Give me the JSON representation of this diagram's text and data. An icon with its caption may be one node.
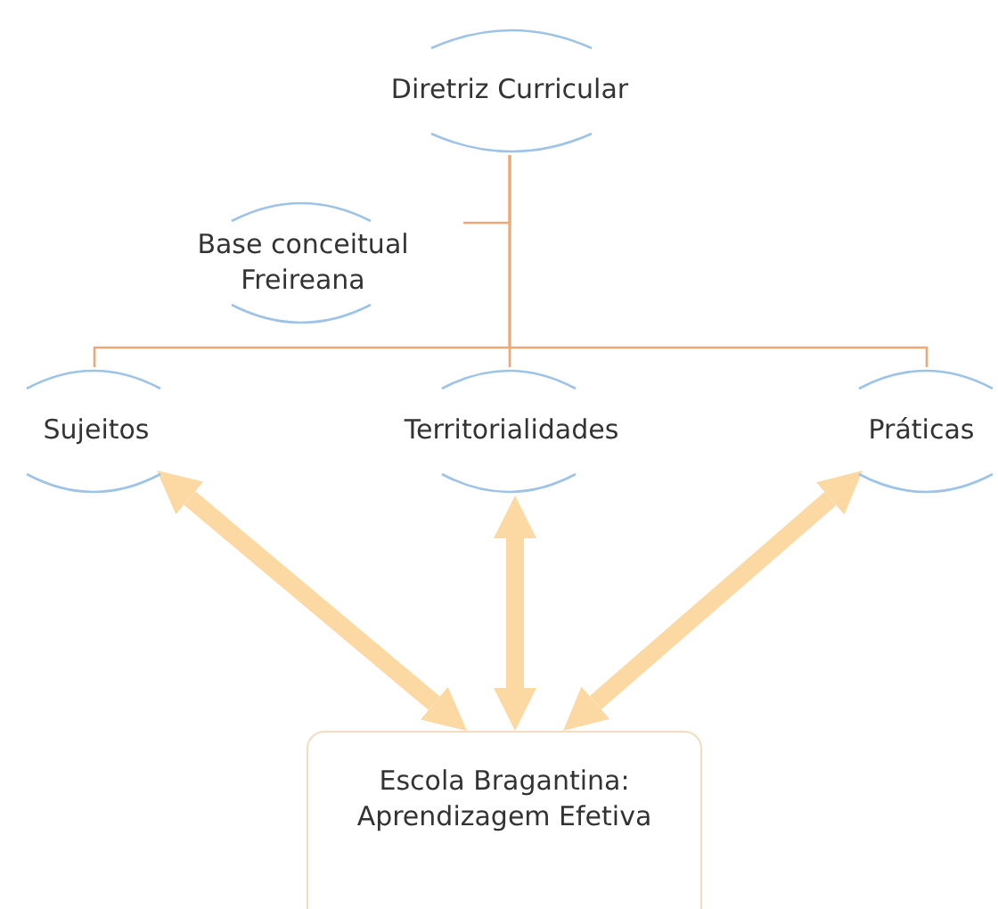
{
  "diagram": {
    "nodes": [
      {
        "text": [
          "Diretriz Curricular"
        ]
      },
      {
        "text": [
          "Base conceitual Freireana"
        ]
      },
      {
        "text": [
          "Sujeitos"
        ]
      },
      {
        "text": [
          "Territorialidades"
        ]
      },
      {
        "text": [
          "Práticas"
        ]
      },
      {
        "text": [
          "Escola Bragantina: Aprendizagem Efetiva"
        ]
      }
    ],
    "edges": [
      {
        "from": 0,
        "to": 1,
        "arrow": "none"
      },
      {
        "from": 0,
        "to": 2,
        "arrow": "none"
      },
      {
        "from": 0,
        "to": 3,
        "arrow": "none"
      },
      {
        "from": 0,
        "to": 4,
        "arrow": "none"
      },
      {
        "from": 5,
        "to": 2,
        "arrow": "both",
        "style": "thick",
        "color": "#fcd9a2"
      },
      {
        "from": 5,
        "to": 3,
        "arrow": "both",
        "style": "thick",
        "color": "#fcd9a2"
      },
      {
        "from": 5,
        "to": 4,
        "arrow": "both",
        "style": "thick",
        "color": "#fcd9a2"
      }
    ]
  }
}
